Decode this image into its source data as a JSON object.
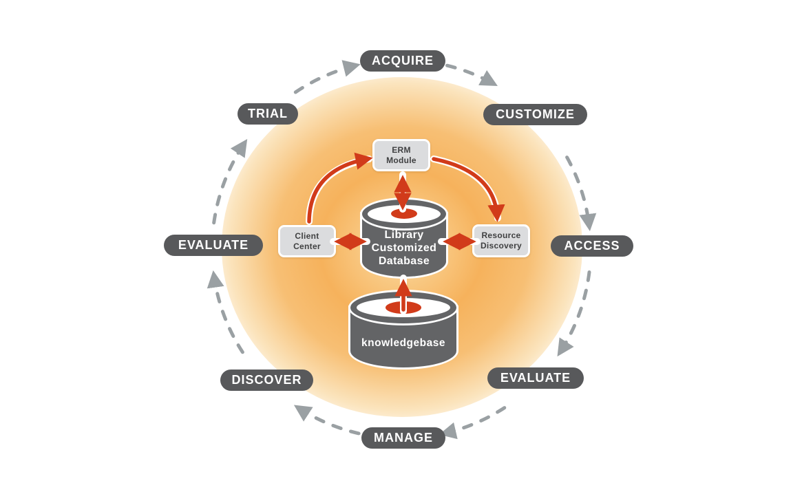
{
  "cycle": {
    "steps": [
      {
        "id": "acquire",
        "label": "ACQUIRE"
      },
      {
        "id": "customize",
        "label": "CUSTOMIZE"
      },
      {
        "id": "access",
        "label": "ACCESS"
      },
      {
        "id": "evaluate-right",
        "label": "EVALUATE"
      },
      {
        "id": "manage",
        "label": "MANAGE"
      },
      {
        "id": "discover",
        "label": "DISCOVER"
      },
      {
        "id": "evaluate-left",
        "label": "EVALUATE"
      },
      {
        "id": "trial",
        "label": "TRIAL"
      }
    ]
  },
  "center": {
    "erm_module": "ERM\nModule",
    "client_center": "Client\nCenter",
    "resource_discovery": "Resource\nDiscovery",
    "library_db": "Library\nCustomized\nDatabase",
    "knowledgebase": "knowledgebase"
  },
  "colors": {
    "step_pill": "#58595b",
    "cycle_arrow": "#9aa0a3",
    "data_arrow": "#d13b1a",
    "module_box_fill": "#dbdcde",
    "cylinder_fill": "#636466",
    "glow_orange": "#f6b25c"
  }
}
